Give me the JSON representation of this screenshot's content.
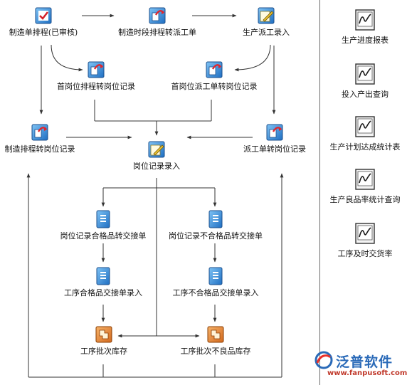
{
  "flow": {
    "nodes": {
      "make_order_schedule": "制造单排程(已审核)",
      "period_schedule_to_dispatch": "制造时段排程转派工单",
      "production_dispatch_entry": "生产派工录入",
      "first_post_schedule_to_record": "首岗位排程转岗位记录",
      "first_post_dispatch_to_record": "首岗位派工单转岗位记录",
      "make_schedule_to_record": "制造排程转岗位记录",
      "post_record_entry": "岗位记录录入",
      "dispatch_to_record": "派工单转岗位记录",
      "record_qualified_to_handover": "岗位记录合格品转交接单",
      "record_unqualified_to_handover": "岗位记录不合格品转交接单",
      "process_qualified_handover_entry": "工序合格品交接单录入",
      "process_unqualified_handover_entry": "工序不合格品交接单录入",
      "process_batch_stock": "工序批次库存",
      "process_batch_defect_stock": "工序批次不良品库存"
    }
  },
  "reports": {
    "progress": "生产进度报表",
    "input_output": "投入产出查询",
    "plan_achievement": "生产计划达成统计表",
    "yield_rate": "生产良品率统计查询",
    "on_time_delivery": "工序及时交货率"
  },
  "logo": {
    "name": "泛普软件",
    "url": "www.fanpusoft.com"
  },
  "colors": {
    "line": "#333333",
    "divider": "#6b6b6b",
    "logo_blue": "#2a6ab8",
    "logo_red": "#c0392b"
  }
}
